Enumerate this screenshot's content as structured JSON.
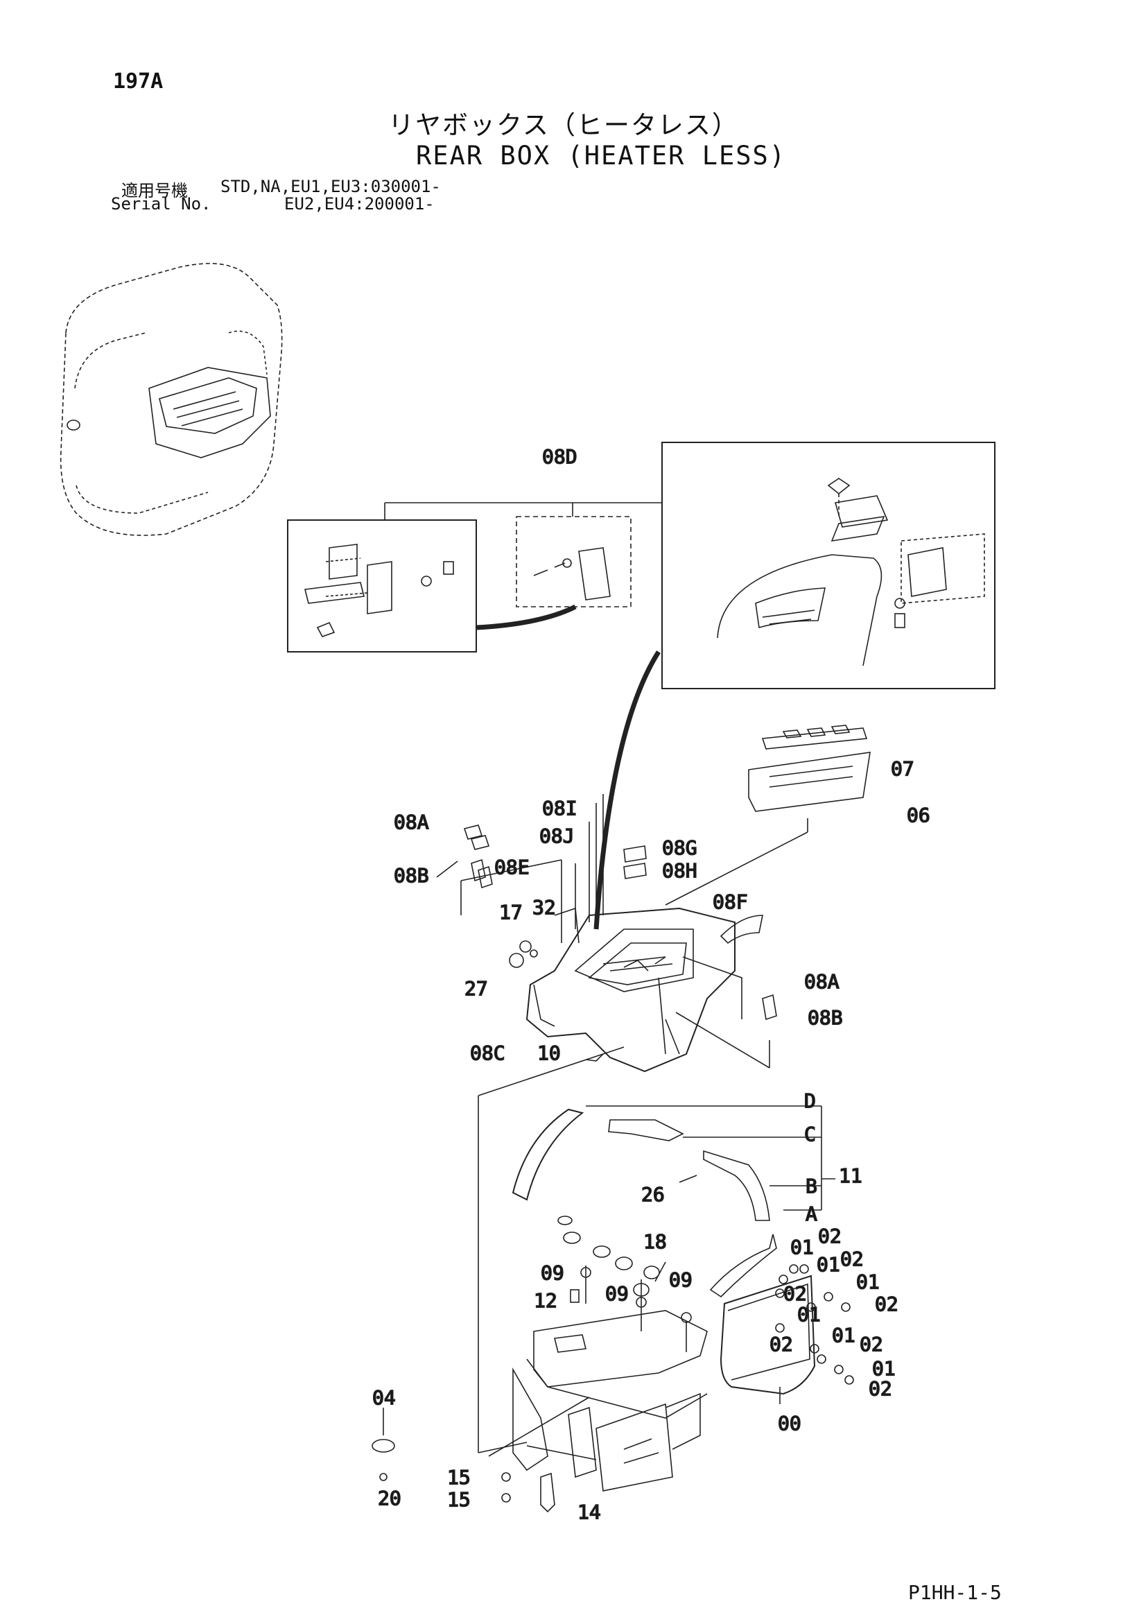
{
  "page_number": "197A",
  "title_jp": "リヤボックス（ヒータレス）",
  "title_en": "REAR BOX (HEATER LESS)",
  "serial": {
    "label_jp": "適用号機",
    "label_en": "Serial No.",
    "line1": "STD,NA,EU1,EU3:030001-",
    "line2": "EU2,EU4:200001-"
  },
  "callouts": [
    "08D",
    "07",
    "06",
    "08I",
    "08A",
    "08J",
    "08E",
    "08G",
    "08B",
    "08H",
    "17",
    "32",
    "08F",
    "27",
    "08A",
    "08B",
    "08C",
    "10",
    "D",
    "C",
    "11",
    "26",
    "B",
    "A",
    "18",
    "01",
    "02",
    "01",
    "02",
    "09",
    "09",
    "01",
    "02",
    "12",
    "09",
    "02",
    "02",
    "01",
    "01",
    "02",
    "04",
    "01",
    "02",
    "00",
    "15",
    "20",
    "15",
    "14"
  ],
  "doc_code": "P1HH-1-5"
}
